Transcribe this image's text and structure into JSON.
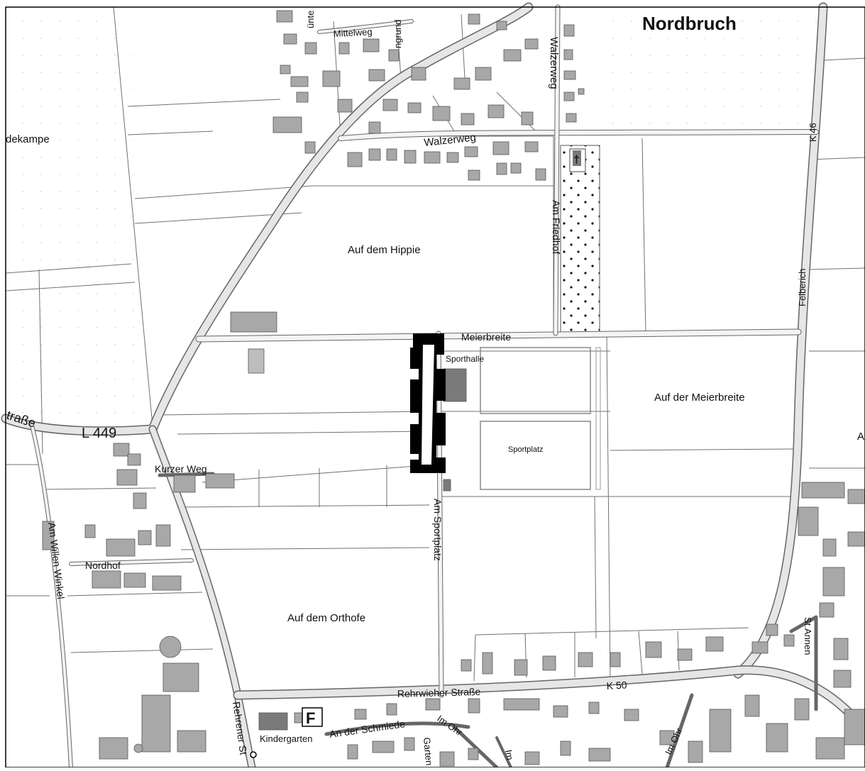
{
  "map": {
    "title": "Nordbruch",
    "labels": {
      "dekampe": "dekampe",
      "mittelweg": "Mittelweg",
      "ngrund": "ngrund",
      "unte": "ünte",
      "walzerweg_v": "Walzerweg",
      "walzerweg_h": "Walzerweg",
      "k46": "K 46",
      "felberich": "Felberich",
      "am_friedhof": "Am Friedhof",
      "auf_dem_hippie": "Auf dem Hippie",
      "meierbreite": "Meierbreite",
      "sporthalle": "Sporthalle",
      "auf_der_meierbreite": "Auf der Meierbreite",
      "sportplatz": "Sportplatz",
      "strasse_left": "traße",
      "l449": "L 449",
      "kurzer_weg": "Kurzer Weg",
      "am_sportplatz": "Am Sportplatz",
      "am_willen_winkel": "Am Willen Winkel",
      "nordhof": "Nordhof",
      "auf_dem_orthofe": "Auf dem Orthofe",
      "st_annen": "St.Annen",
      "rehrwieher_strasse": "Rehrwieher Straße",
      "k50": "K 50",
      "rehrener_str": "Rehrener St",
      "kindergarten": "Kindergarten",
      "an_der_schmiede": "An der Schmiede",
      "im_ohr_1": "Im Ohr",
      "im_ohr_2": "Im Ohr",
      "im_ohr_3": "Im",
      "garten": "Garten",
      "f_marker": "F",
      "a_right": "A",
      "cemetery_symbol": "†"
    },
    "colors": {
      "background": "#ffffff",
      "road_fill": "#e6e6e6",
      "road_edge": "#666666",
      "building_light": "#a8a8a8",
      "building_dark": "#7a7a7a",
      "parcel_line": "#707070",
      "highlight": "#000000"
    }
  }
}
